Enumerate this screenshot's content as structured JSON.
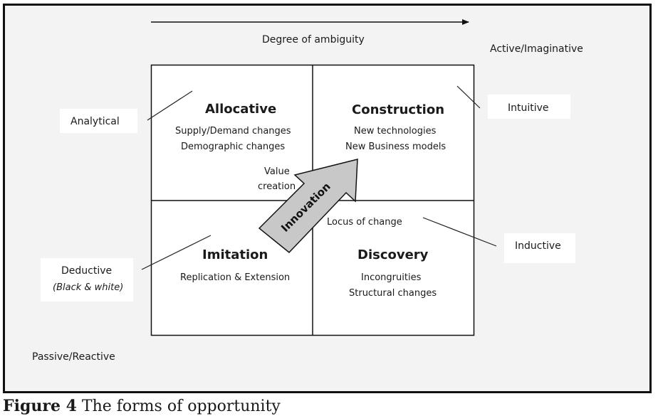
{
  "axis": {
    "label": "Degree of ambiguity"
  },
  "corners": {
    "top_right": "Active/Imaginative",
    "bottom_left": "Passive/Reactive"
  },
  "side_labels": {
    "analytical": "Analytical",
    "intuitive": "Intuitive",
    "inductive": "Inductive",
    "deductive": "Deductive",
    "deductive_sub": "(Black & white)"
  },
  "quadrants": {
    "allocative": {
      "title": "Allocative",
      "lines": [
        "Supply/Demand changes",
        "Demographic changes"
      ]
    },
    "construction": {
      "title": "Construction",
      "lines": [
        "New technologies",
        "New Business models"
      ]
    },
    "imitation": {
      "title": "Imitation",
      "lines": [
        "Replication & Extension"
      ]
    },
    "discovery": {
      "title": "Discovery",
      "lines": [
        "Incongruities",
        "Structural changes"
      ]
    }
  },
  "center": {
    "value_creation_1": "Value",
    "value_creation_2": "creation",
    "innovation": "Innovation",
    "locus": "Locus of change"
  },
  "caption": {
    "label": "Figure 4",
    "text": " The forms of opportunity"
  },
  "colors": {
    "frame_bg": "#f3f3f3",
    "arrow_fill": "#c8c8c8",
    "border": "#111111"
  }
}
